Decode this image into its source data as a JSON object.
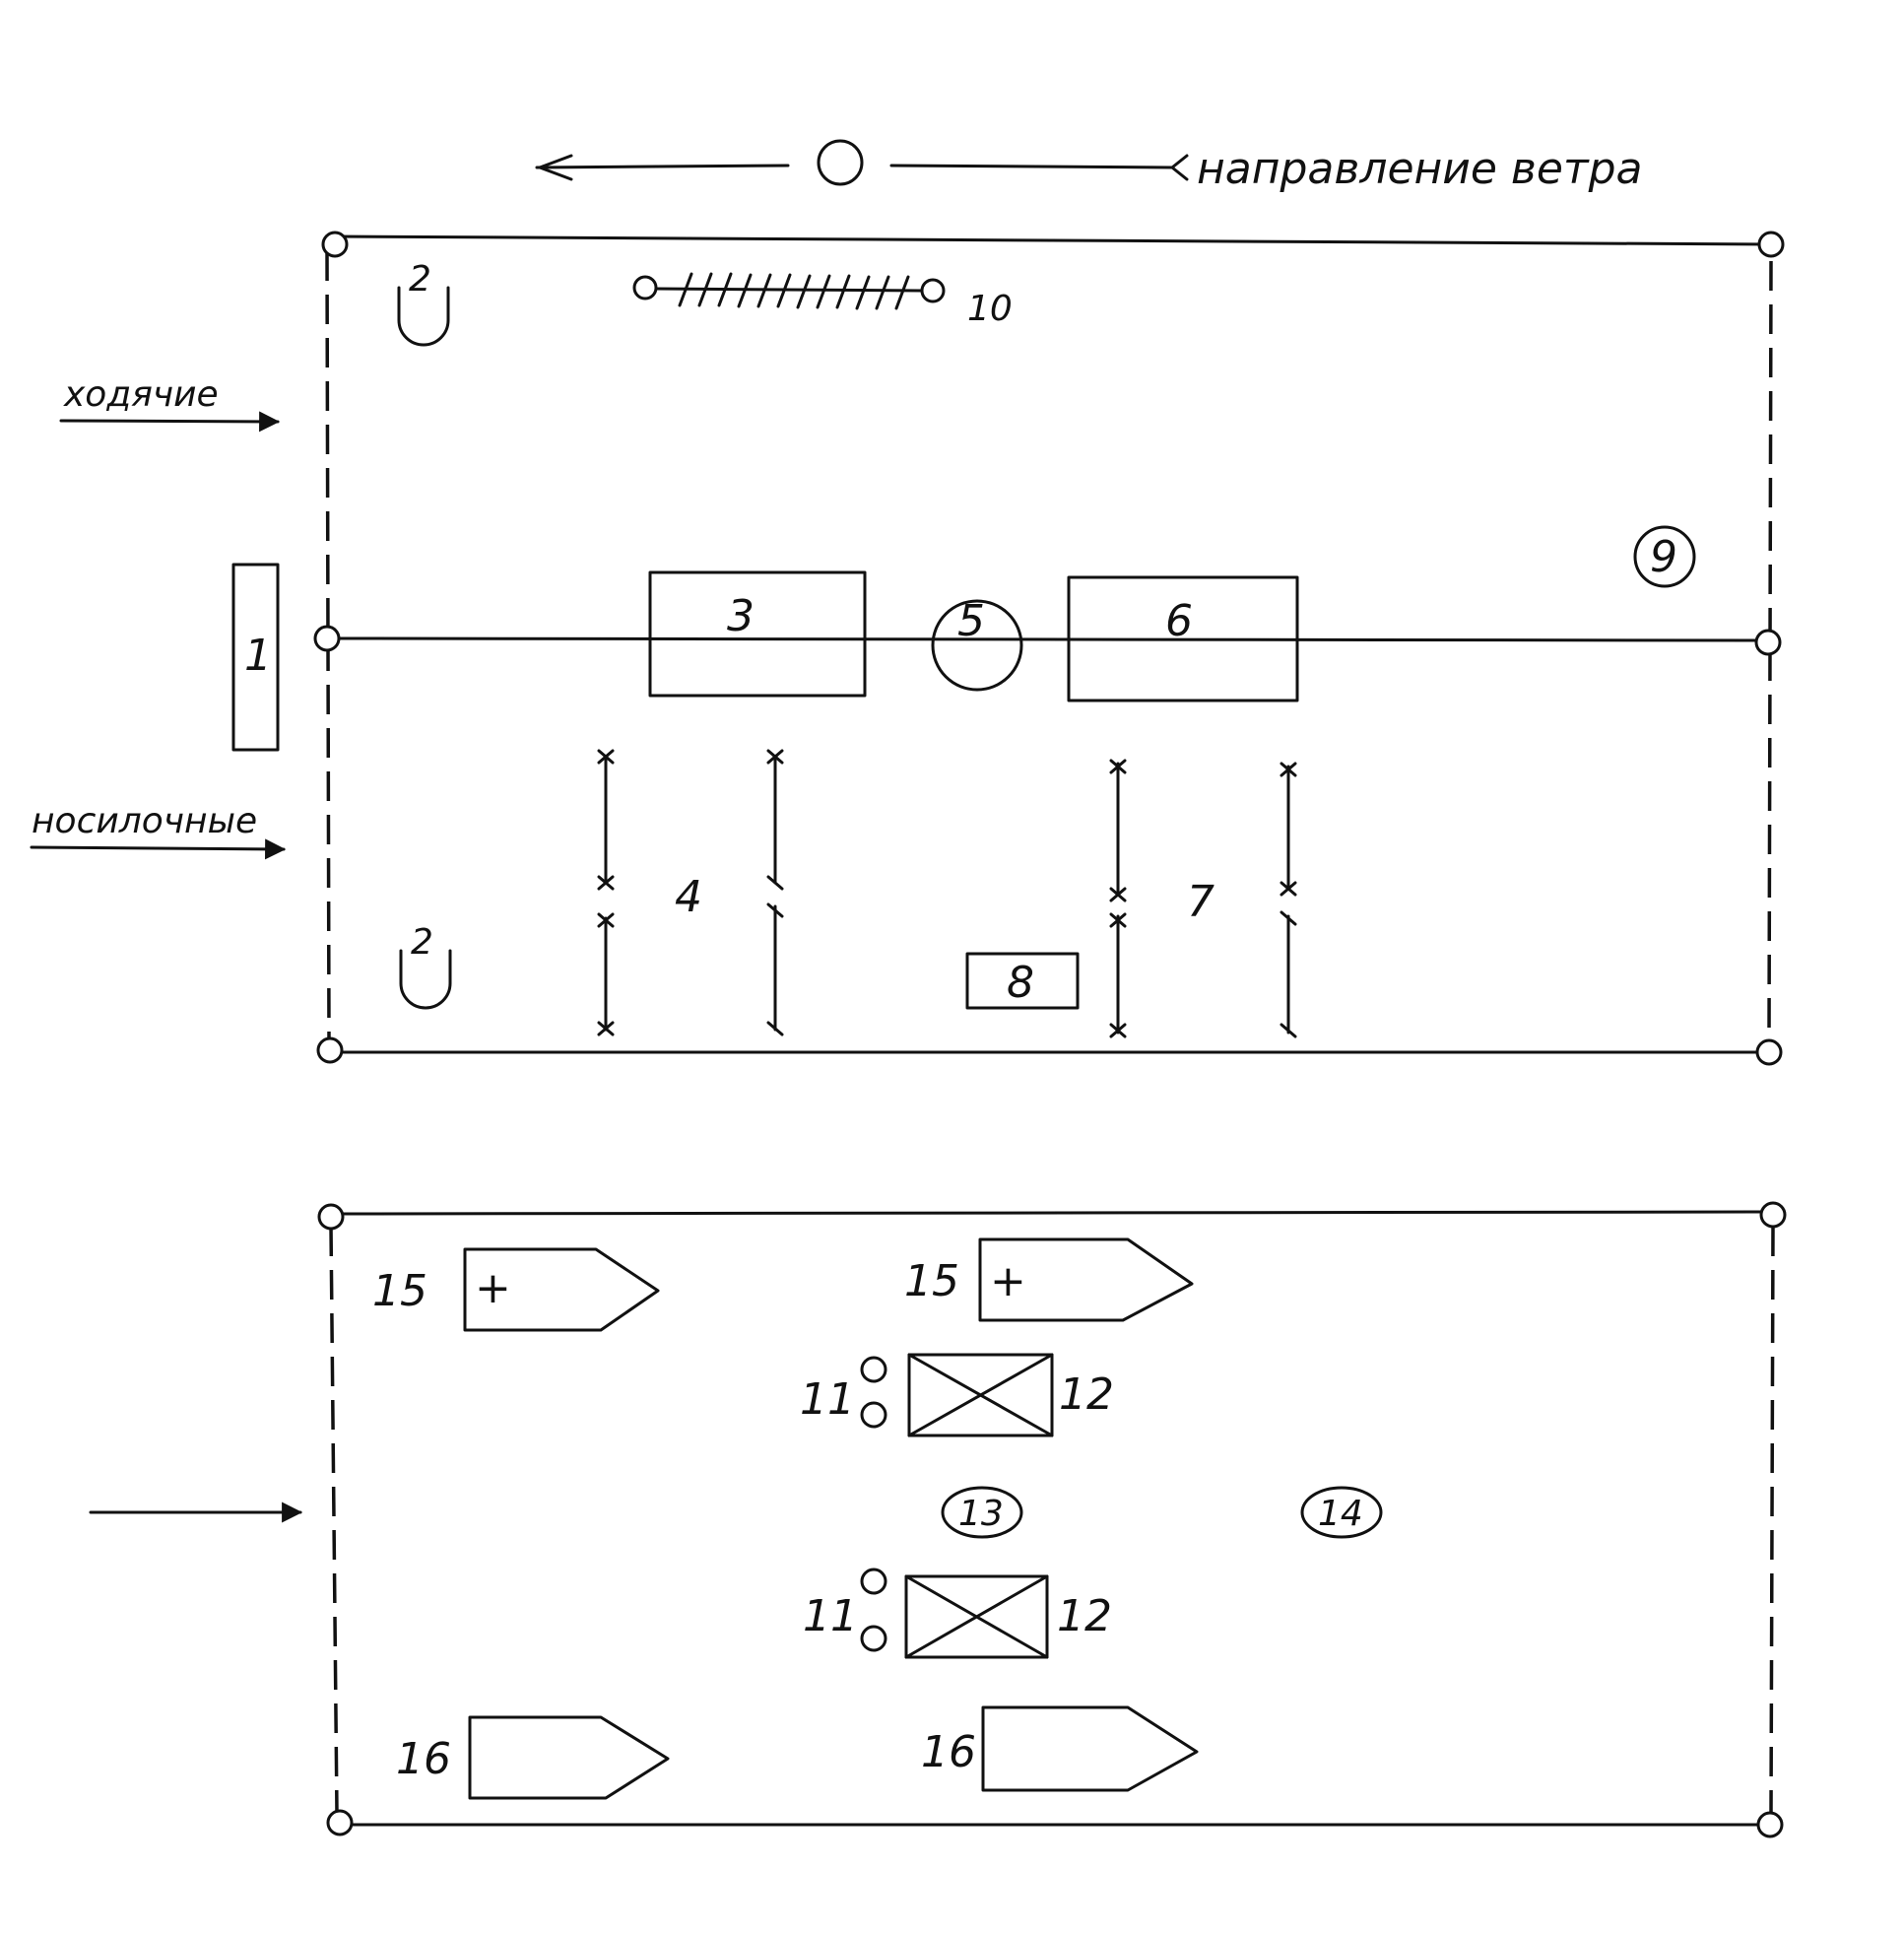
{
  "wind": {
    "label": "направление ветра"
  },
  "flows": {
    "walking": "ходячие",
    "stretcher": "носилочные"
  },
  "labels": {
    "n1": "1",
    "n2a": "2",
    "n2b": "2",
    "n3": "3",
    "n4": "4",
    "n5": "5",
    "n6": "6",
    "n7": "7",
    "n8": "8",
    "n9": "9",
    "n10": "10",
    "n11a": "11",
    "n11b": "11",
    "n12a": "12",
    "n12b": "12",
    "n13": "13",
    "n14": "14",
    "n15a": "15",
    "n15b": "15",
    "n16a": "16",
    "n16b": "16",
    "plus": "+"
  }
}
